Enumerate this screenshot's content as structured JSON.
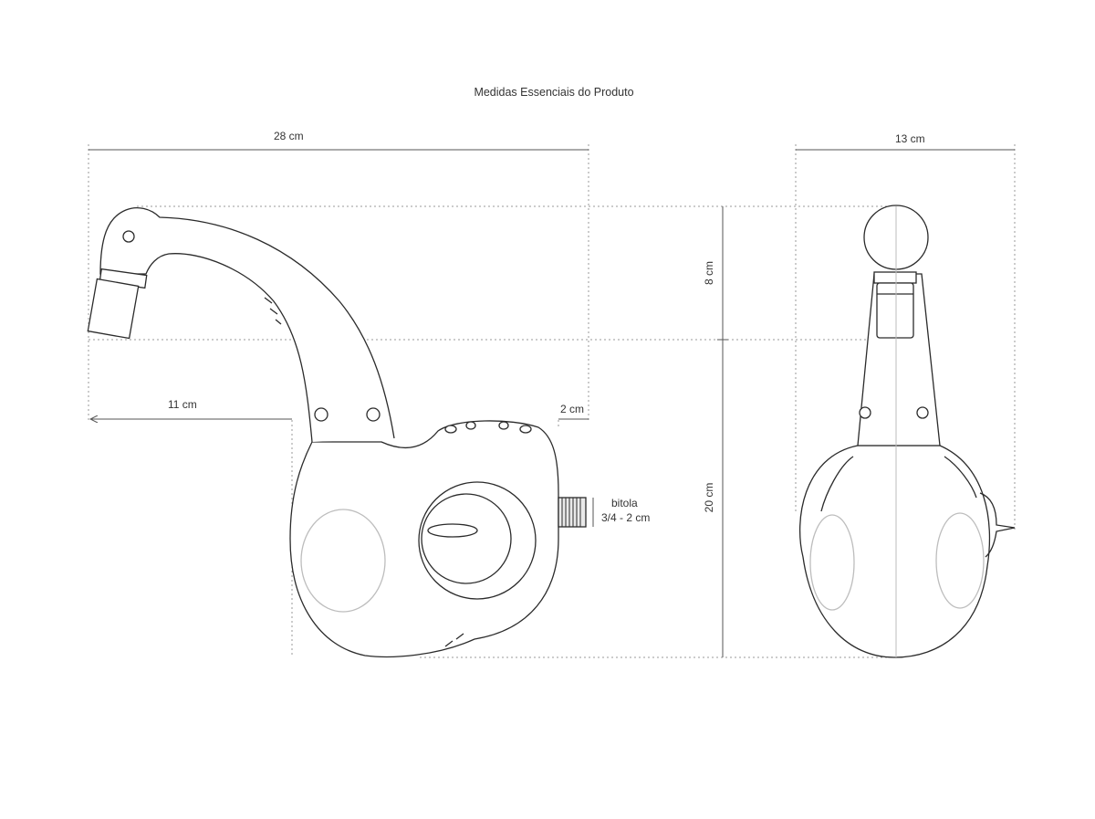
{
  "title": "Medidas Essenciais do Produto",
  "dimensions": {
    "total_width": "28 cm",
    "side_width": "13 cm",
    "spout_reach": "11 cm",
    "thread_length": "2 cm",
    "spout_height": "8 cm",
    "body_height": "20 cm",
    "gauge_line1": "bitola",
    "gauge_line2": "3/4 - 2 cm"
  },
  "colors": {
    "line": "#2b2b2b",
    "dim_line": "#555555",
    "guide": "#9a9a9a",
    "light": "#bdbdbd"
  }
}
